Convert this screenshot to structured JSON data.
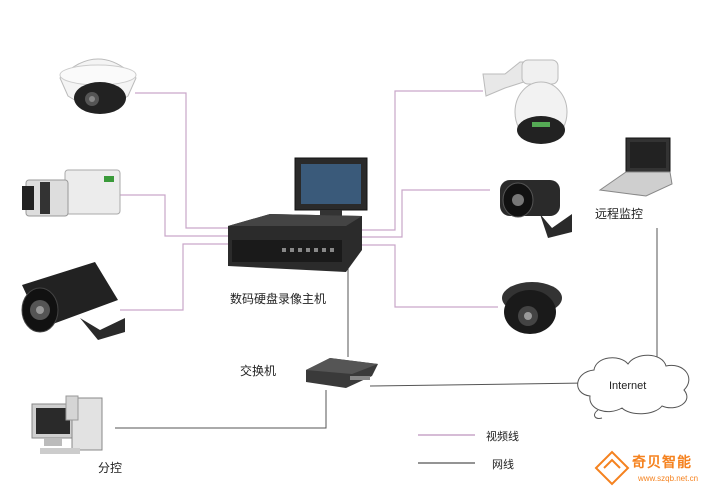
{
  "labels": {
    "dvr": "数码硬盘录像主机",
    "switch": "交换机",
    "remote": "远程监控",
    "branch": "分控",
    "internet": "Internet"
  },
  "legend": {
    "video": "视频线",
    "network": "网线"
  },
  "colors": {
    "video_line": "#c9a6c9",
    "network_line": "#555555",
    "brand_orange": "#f5821f"
  },
  "watermark": {
    "brand": "奇贝智能",
    "url": "www.szqb.net.cn"
  }
}
